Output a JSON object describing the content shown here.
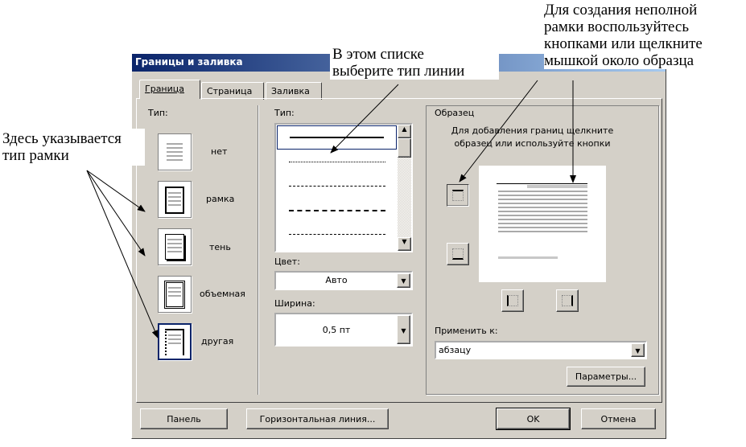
{
  "dialog": {
    "title": "Границы и заливка",
    "tabs": [
      {
        "label": "Граница"
      },
      {
        "label": "Страница"
      },
      {
        "label": "Заливка"
      }
    ],
    "setting_label": "Тип:",
    "settings": [
      {
        "label": "нет"
      },
      {
        "label": "рамка"
      },
      {
        "label": "тень"
      },
      {
        "label": "объемная"
      },
      {
        "label": "другая"
      }
    ],
    "style_label": "Тип:",
    "color_label": "Цвет:",
    "color_value": "Авто",
    "width_label": "Ширина:",
    "width_value": "0,5 пт",
    "preview_label": "Образец",
    "preview_hint_1": "Для добавления границ щелкните",
    "preview_hint_2": "образец или используйте кнопки",
    "apply_label": "Применить к:",
    "apply_value": "абзацу",
    "options_button": "Параметры...",
    "toolbar_button": "Панель",
    "hline_button": "Горизонтальная линия...",
    "ok_button": "OK",
    "cancel_button": "Отмена"
  },
  "annotations": {
    "top_right": [
      "Для создания неполной",
      "рамки воспользуйтесь",
      "кнопками или щелкните",
      "мышкой около образца"
    ],
    "middle": [
      "В этом списке",
      "выберите тип линии"
    ],
    "left": [
      "Здесь указывается",
      "тип рамки"
    ]
  }
}
